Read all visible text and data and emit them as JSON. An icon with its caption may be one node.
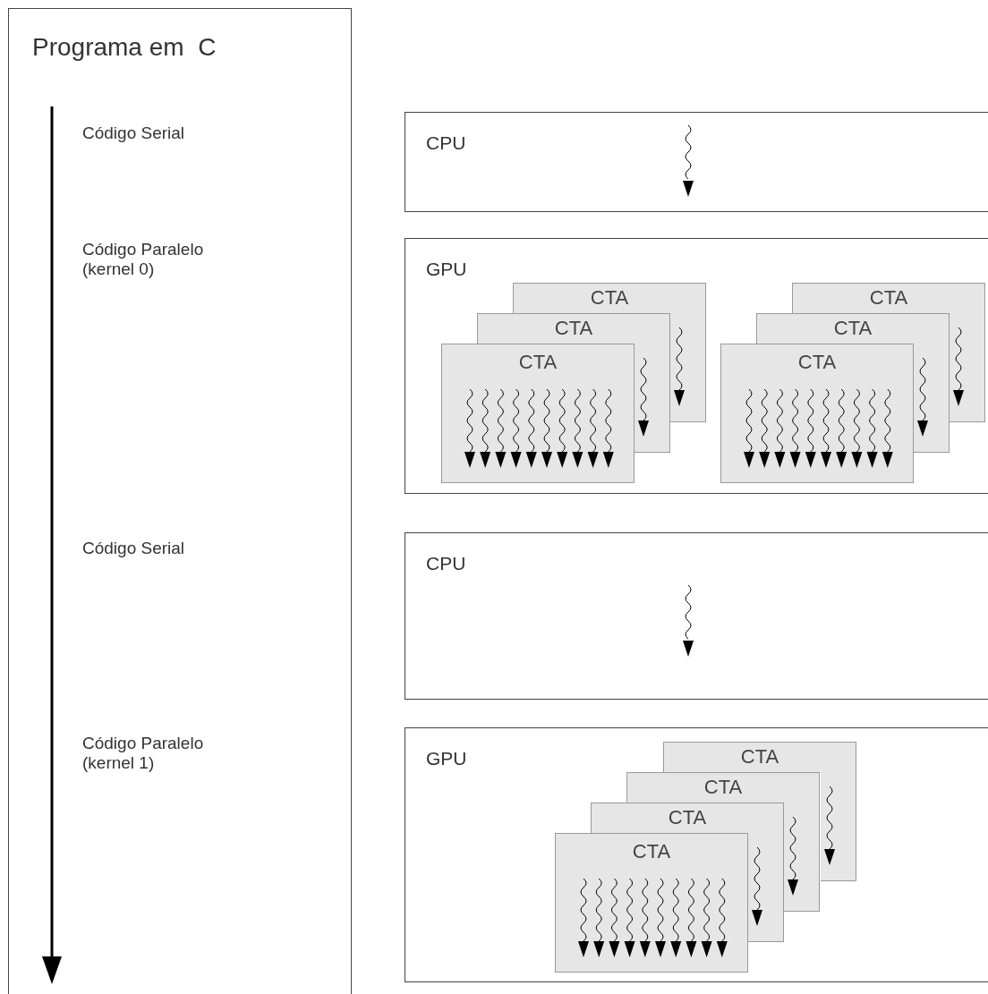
{
  "diagram": {
    "nodes": [
      {
        "text": [
          "Programa em  C",
          "Código Serial",
          "Código Paralelo (kernel 0)",
          "Código Serial",
          "Código Paralelo (kernel 1)"
        ]
      },
      {
        "text": [
          "CPU"
        ]
      },
      {
        "text": [
          "GPU"
        ]
      },
      {
        "text": [
          "CTA"
        ],
        "in": 2
      },
      {
        "text": [
          "CTA"
        ],
        "in": 2
      },
      {
        "text": [
          "CTA"
        ],
        "in": 2
      },
      {
        "text": [
          "CTA"
        ],
        "in": 2
      },
      {
        "text": [
          "CTA"
        ],
        "in": 2
      },
      {
        "text": [
          "CTA"
        ],
        "in": 2
      },
      {
        "text": [
          "CPU"
        ]
      },
      {
        "text": [
          "GPU"
        ]
      },
      {
        "text": [
          "CTA"
        ],
        "in": 10
      },
      {
        "text": [
          "CTA"
        ],
        "in": 10
      },
      {
        "text": [
          "CTA"
        ],
        "in": 10
      },
      {
        "text": [
          "CTA"
        ],
        "in": 10
      }
    ]
  }
}
